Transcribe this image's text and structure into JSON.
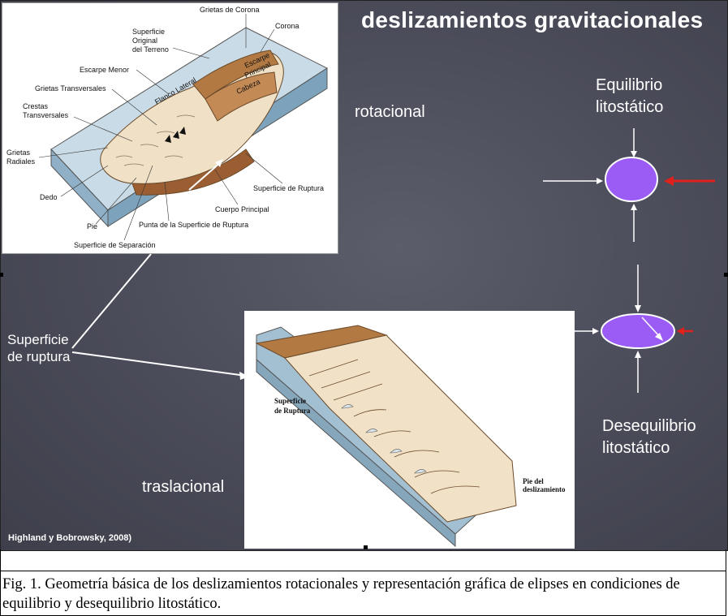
{
  "slide": {
    "title": "deslizamientos gravitacionales",
    "label_rotacional": "rotacional",
    "label_traslacional": "traslacional",
    "label_superficie_line1": "Superficie",
    "label_superficie_line2": "de ruptura",
    "label_equilibrio_line1": "Equilibrio",
    "label_equilibrio_line2": "litostático",
    "label_desequilibrio_line1": "Desequilibrio",
    "label_desequilibrio_line2": "litostático",
    "credit": "Highland y Bobrowsky, 2008)"
  },
  "rotational_diagram": {
    "labels": {
      "grietas_corona": "Grietas de Corona",
      "corona": "Corona",
      "superficie_original_1": "Superficie",
      "superficie_original_2": "Original",
      "superficie_original_3": "del Terreno",
      "escarpe_menor": "Escarpe Menor",
      "grietas_transversales": "Grietas Transversales",
      "crestas_1": "Crestas",
      "crestas_2": "Transversales",
      "grietas_radiales_1": "Grietas",
      "grietas_radiales_2": "Radiales",
      "dedo": "Dedo",
      "pie": "Pie",
      "punta": "Punta de la Superficie de Ruptura",
      "superficie_separacion": "Superficie de Separación",
      "cuerpo_principal": "Cuerpo Principal",
      "superficie_ruptura": "Superficie de Ruptura",
      "flanco_lateral": "Flanco Lateral",
      "escarpe_principal_1": "Escarpe",
      "escarpe_principal_2": "Principal",
      "cabeza": "Cabeza"
    }
  },
  "translational_diagram": {
    "labels": {
      "superficie_1": "Superficie",
      "superficie_2": "de Ruptura",
      "pie_1": "Pie del",
      "pie_2": "deslizamiento"
    }
  },
  "colors": {
    "ellipse_fill": "#9b5cf5",
    "red_arrow": "#e0201a",
    "slope_blue": "#9db8cc",
    "soil_brown": "#b0743f",
    "debris": "#f3e6cf"
  },
  "caption": {
    "text": "Fig. 1. Geometría básica de los deslizamientos rotacionales y representación gráfica de elipses en condiciones de equilibrio y desequilibrio litostático."
  }
}
